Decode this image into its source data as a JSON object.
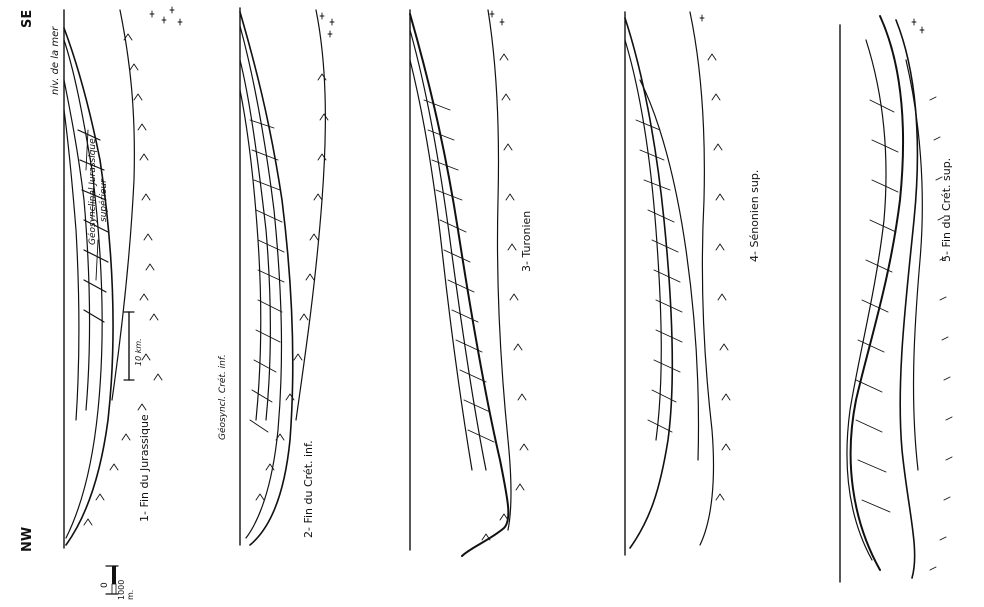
{
  "orientation": {
    "nw": "NW",
    "se": "SE"
  },
  "vertical_scale": {
    "zero": "0",
    "top": "1000",
    "unit": "m."
  },
  "horizontal_scale": {
    "label": "10 km."
  },
  "sea_level_label": "niv. de la mer",
  "annotations": {
    "geosyncline_jurassic": "Géosynclinal Jurassique",
    "geosyncline_jurassic_2": "supérieur",
    "geosyncline_cretaceous": "Géosyncl. Crét. inf."
  },
  "sections": [
    {
      "caption": "1- Fin du Jurassique"
    },
    {
      "caption": "2- Fin du Crét. inf."
    },
    {
      "caption": "3- Turonien"
    },
    {
      "caption": "4- Sénonien sup."
    },
    {
      "caption": "5- Fin du Crét. sup."
    }
  ],
  "colors": {
    "ink": "#111111",
    "paper": "#ffffff"
  }
}
